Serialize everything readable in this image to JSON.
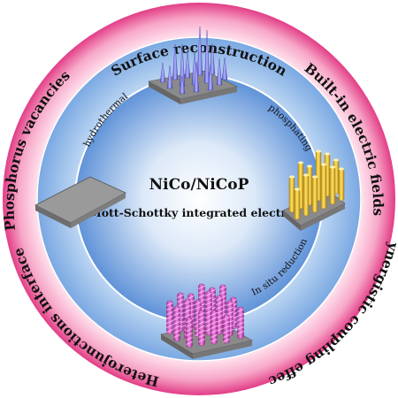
{
  "center": {
    "title": "NiCo/NiCoP",
    "subtitle": "Mott-Schottky integrated electrode"
  },
  "outer_labels": {
    "top": "Surface reconstruction",
    "right_upper": "Built-in electric fields",
    "right_lower": "Synergistic coupling effect",
    "bottom_left": "Heterojunctions interface",
    "left": "Phosphorus vacancies"
  },
  "steps": {
    "hydrothermal": "hydrothermal",
    "phosphating": "phosphating",
    "in_situ_reduction": "In situ reduction"
  },
  "colors": {
    "outer_ring": "#e94b8f",
    "ring_light": "#f7d6e6",
    "middle_ring": "#8fb7e8",
    "inner_disc": "#5f92d8",
    "needles": "#7f7fe0",
    "rods": "#e6c13a",
    "spirals": "#d65cc7",
    "substrate": "#8d8d8d"
  },
  "icons": {
    "substrate": "gray-plate-icon",
    "needle_array": "purple-needle-array-icon",
    "rod_array": "yellow-rod-array-icon",
    "spiral_array": "magenta-spiral-array-icon"
  }
}
